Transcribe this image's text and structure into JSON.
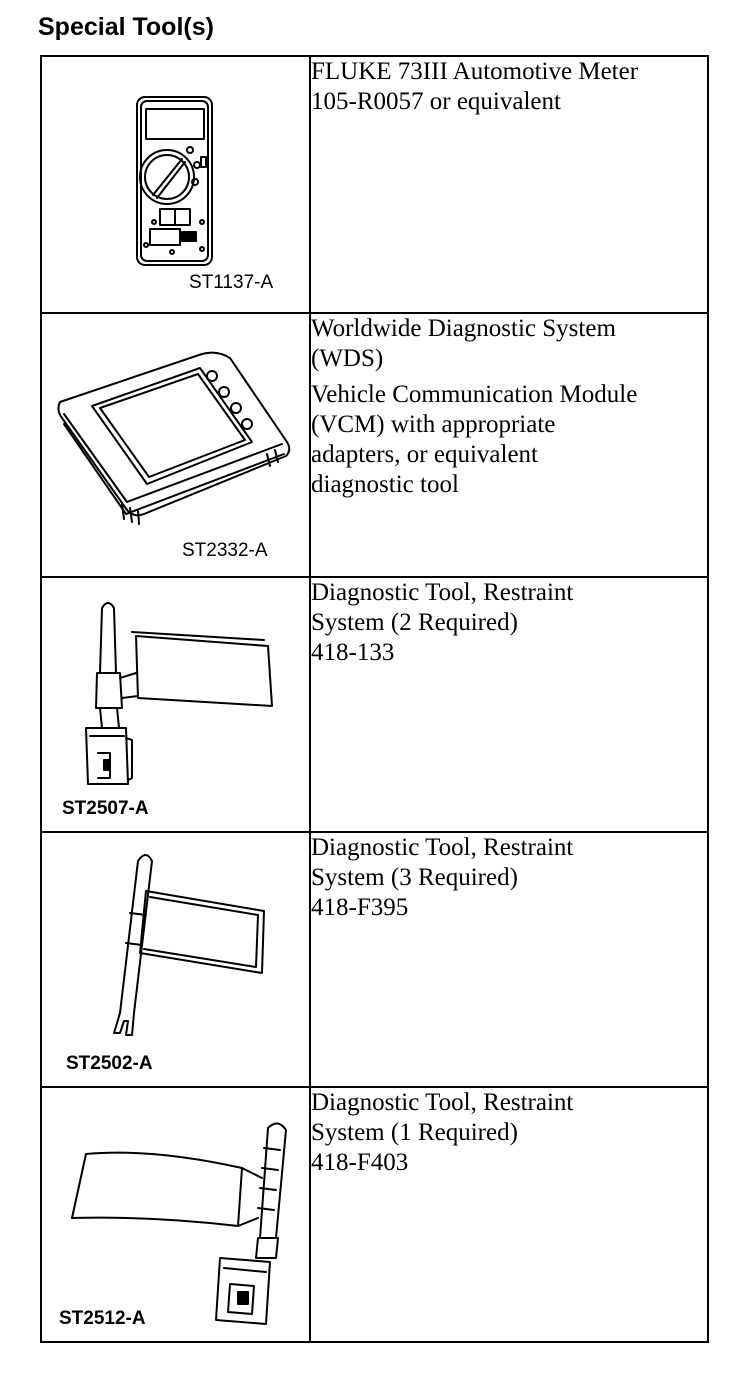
{
  "page": {
    "title": "Special Tool(s)"
  },
  "tools": [
    {
      "icon": "multimeter-icon",
      "caption": "ST1137-A",
      "caption_bold": false,
      "paragraphs": [
        [
          "FLUKE 73III Automotive Meter",
          "105-R0057 or equivalent"
        ]
      ]
    },
    {
      "icon": "diagnostic-scanner-icon",
      "caption": "ST2332-A",
      "caption_bold": false,
      "paragraphs": [
        [
          "Worldwide Diagnostic System",
          "(WDS)"
        ],
        [
          "Vehicle Communication Module",
          "(VCM) with appropriate",
          "adapters, or equivalent",
          "diagnostic tool"
        ]
      ]
    },
    {
      "icon": "restraint-tool-connector-icon",
      "caption": "ST2507-A",
      "caption_bold": true,
      "paragraphs": [
        [
          "Diagnostic Tool, Restraint",
          "System (2 Required)",
          "418-133"
        ]
      ]
    },
    {
      "icon": "restraint-tool-fork-icon",
      "caption": "ST2502-A",
      "caption_bold": true,
      "paragraphs": [
        [
          "Diagnostic Tool, Restraint",
          "System (3 Required)",
          "418-F395"
        ]
      ]
    },
    {
      "icon": "restraint-tool-plug-icon",
      "caption": "ST2512-A",
      "caption_bold": true,
      "paragraphs": [
        [
          "Diagnostic Tool, Restraint",
          "System (1 Required)",
          "418-F403"
        ]
      ]
    }
  ]
}
